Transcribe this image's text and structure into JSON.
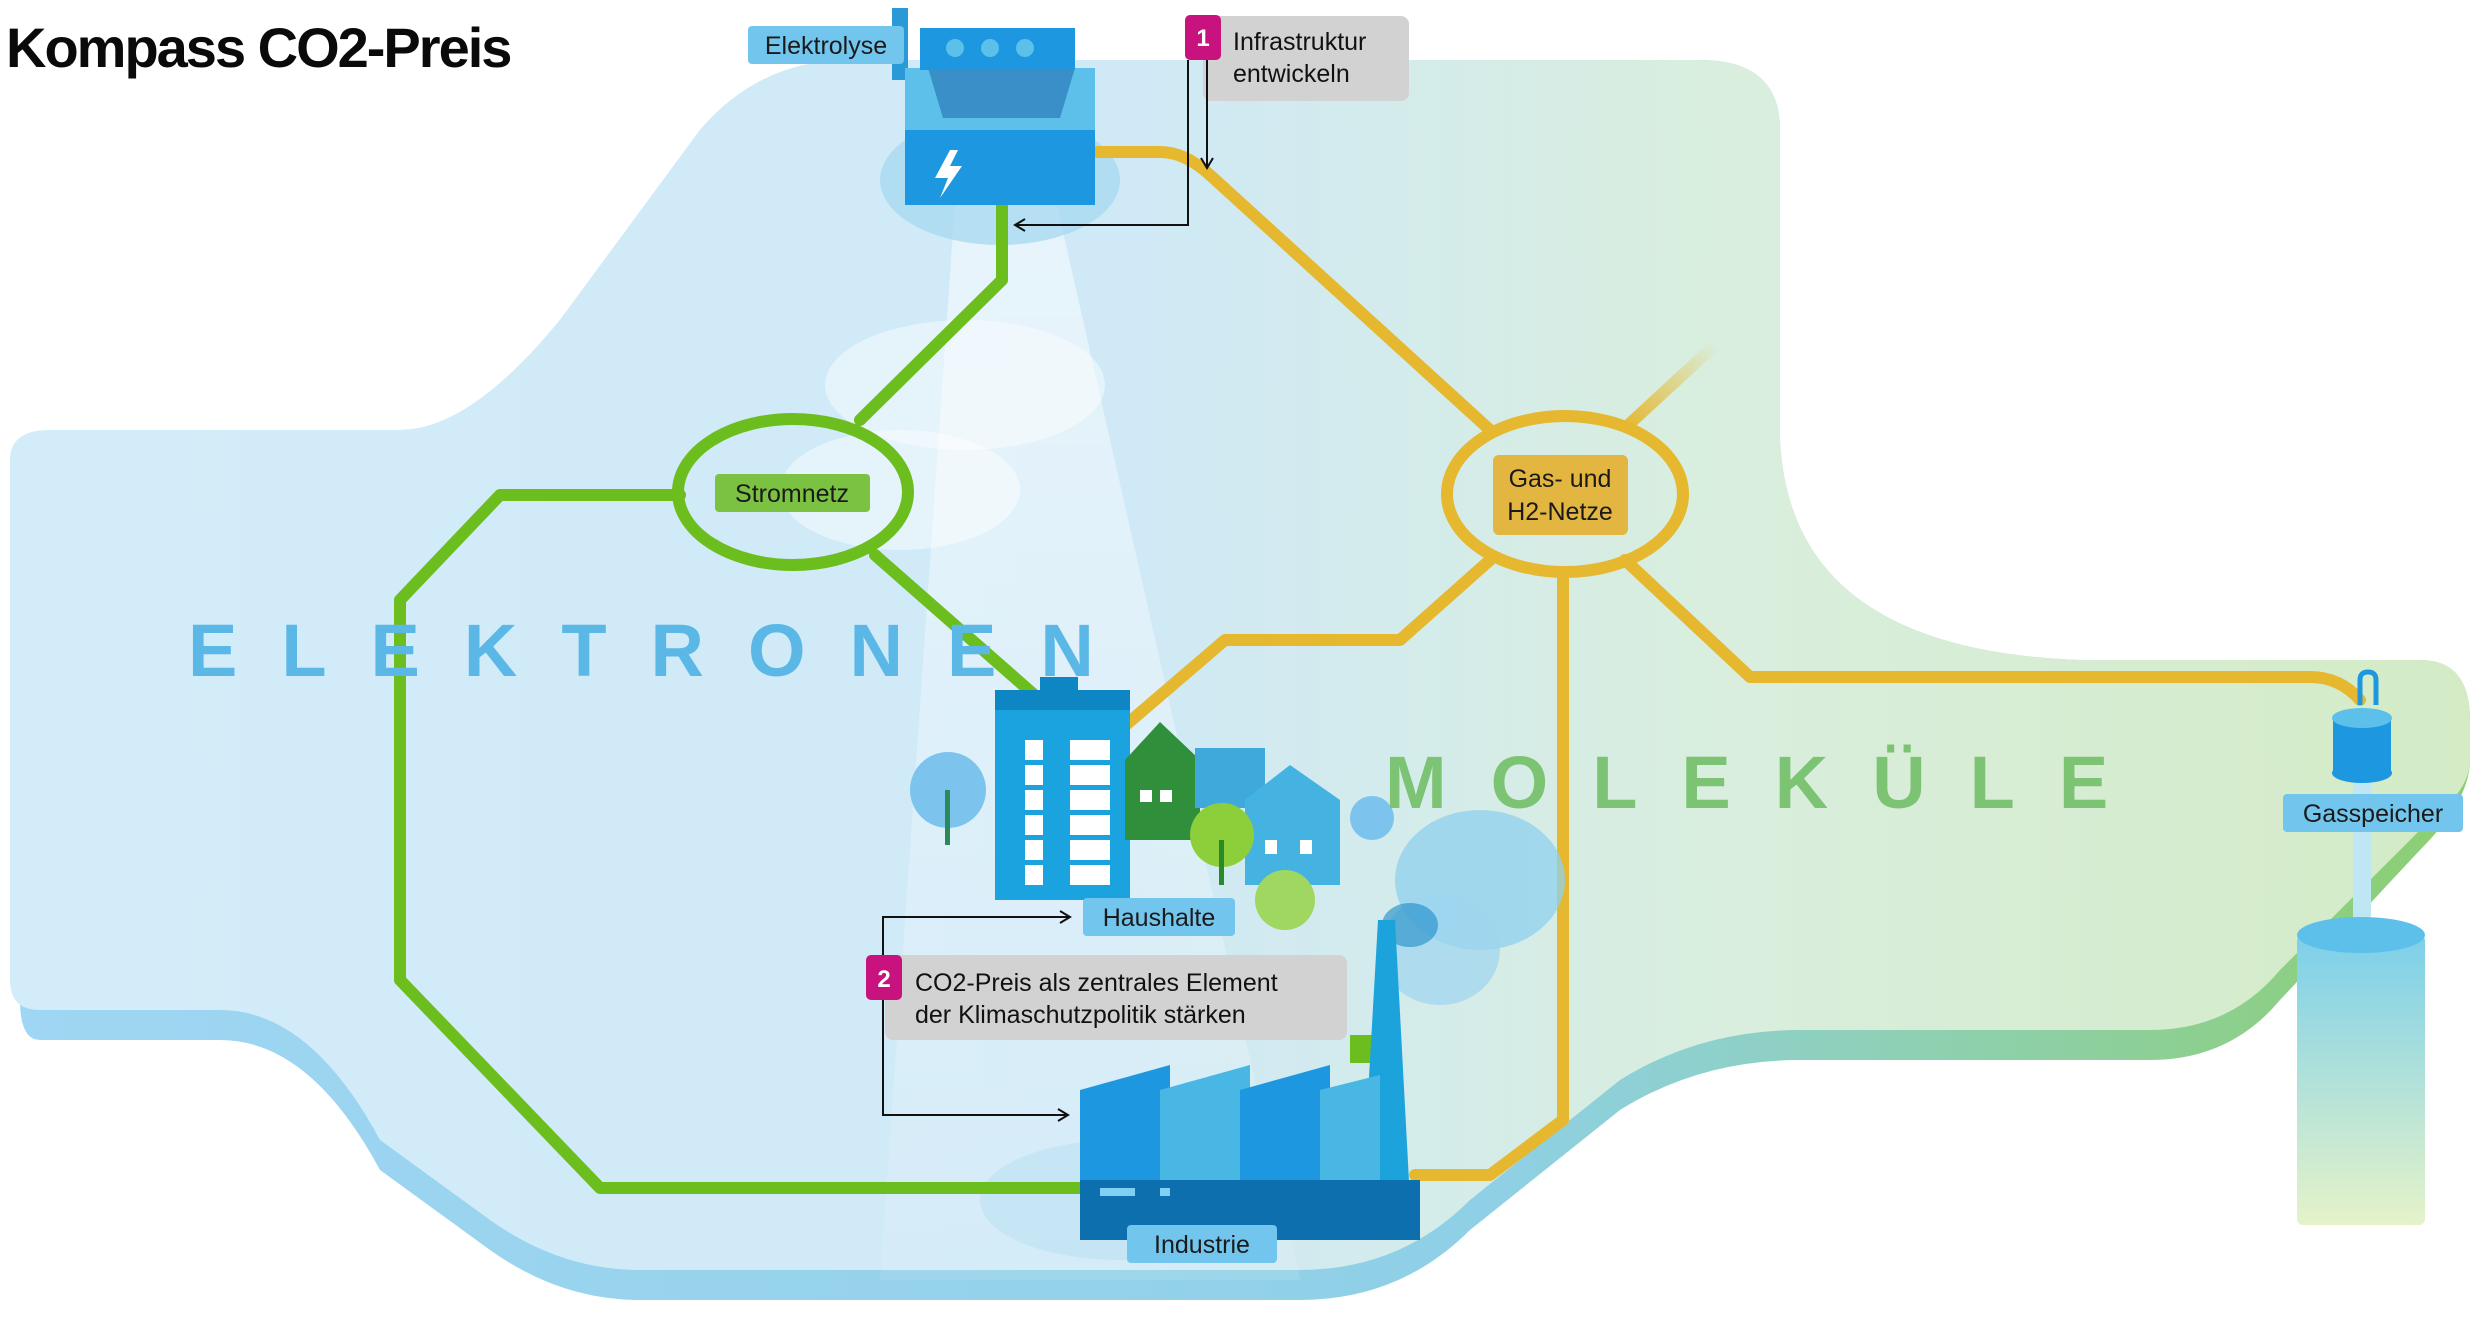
{
  "title": "Kompass CO2-Preis",
  "regions": {
    "electrons": "ELEKTRONEN",
    "molecules": "MOLEKÜLE"
  },
  "nodes": {
    "elektrolyse": "Elektrolyse",
    "stromnetz": "Stromnetz",
    "gasnetze_line1": "Gas- und",
    "gasnetze_line2": "H2-Netze",
    "haushalte": "Haushalte",
    "industrie": "Industrie",
    "gasspeicher": "Gasspeicher"
  },
  "notes": [
    {
      "number": "1",
      "line1": "Infrastruktur",
      "line2": "entwickeln"
    },
    {
      "number": "2",
      "line1": "CO2-Preis als zentrales Element",
      "line2": "der Klimaschutzpolitik stärken"
    }
  ],
  "colors": {
    "electricity_line": "#6cbd1e",
    "gas_line": "#e5b830",
    "electrons_area": "#cfe9f7",
    "molecules_area": "#d7ecc9",
    "badge": "#c8127e",
    "note_box": "#d2d2d2",
    "node_label": "#72c6ee",
    "stromnetz_label": "#7cc242",
    "gasnetze_label": "#e2b640"
  }
}
